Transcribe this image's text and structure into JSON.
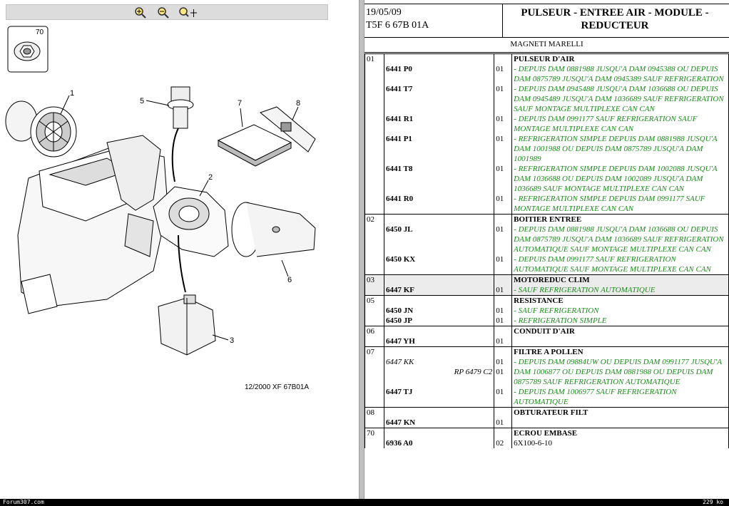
{
  "viewer": {
    "tools": [
      {
        "icon": "zoom-in-icon"
      },
      {
        "icon": "zoom-out-icon"
      },
      {
        "icon": "zoom-pan-icon"
      }
    ],
    "drawing_ref": "12/2000  XF 67B01A",
    "callouts": [
      "1",
      "2",
      "3",
      "5",
      "6",
      "7",
      "8",
      "70"
    ]
  },
  "header": {
    "date": "19/05/09",
    "code": "T5F 6 67B 01A",
    "title": "PULSEUR - ENTREE AIR - MODULE - REDUCTEUR"
  },
  "brand": "MAGNETI MARELLI",
  "groups": [
    {
      "num": "01",
      "name": "PULSEUR D'AIR",
      "rows": [
        {
          "ref": "6441 P0",
          "qty": "01",
          "note": "- DEPUIS DAM 0881988 JUSQU'A DAM 0945388 OU DEPUIS DAM 0875789 JUSQU'A DAM 0945389 SAUF REFRIGERATION"
        },
        {
          "ref": "6441 T7",
          "qty": "01",
          "note": "- DEPUIS DAM 0945488 JUSQU'A DAM 1036688 OU DEPUIS DAM 0945489 JUSQU'A DAM 1036689 SAUF REFRIGERATION SAUF MONTAGE MULTIPLEXE CAN CAN"
        },
        {
          "ref": "6441 R1",
          "qty": "01",
          "note": "- DEPUIS DAM 0991177 SAUF REFRIGERATION SAUF MONTAGE MULTIPLEXE CAN CAN"
        },
        {
          "ref": "6441 P1",
          "qty": "01",
          "note": "- REFRIGERATION SIMPLE DEPUIS DAM 0881988 JUSQU'A DAM 1001988 OU DEPUIS DAM 0875789 JUSQU'A DAM 1001989"
        },
        {
          "ref": "6441 T8",
          "qty": "01",
          "note": "- REFRIGERATION SIMPLE DEPUIS DAM 1002088 JUSQU'A DAM 1036688 OU DEPUIS DAM 1002089 JUSQU'A DAM 1036689 SAUF MONTAGE MULTIPLEXE CAN CAN"
        },
        {
          "ref": "6441 R0",
          "qty": "01",
          "note": "- REFRIGERATION SIMPLE DEPUIS DAM 0991177 SAUF MONTAGE MULTIPLEXE CAN CAN"
        }
      ]
    },
    {
      "num": "02",
      "name": "BOITIER ENTREE",
      "rows": [
        {
          "ref": "6450 JL",
          "qty": "01",
          "note": "- DEPUIS DAM 0881988 JUSQU'A DAM 1036688 OU DEPUIS DAM 0875789 JUSQU'A DAM 1036689 SAUF REFRIGERATION AUTOMATIQUE SAUF MONTAGE MULTIPLEXE CAN CAN"
        },
        {
          "ref": "6450 KX",
          "qty": "01",
          "note": "- DEPUIS DAM 0991177 SAUF REFRIGERATION AUTOMATIQUE SAUF MONTAGE MULTIPLEXE CAN CAN"
        }
      ]
    },
    {
      "num": "03",
      "name": "MOTOREDUC CLIM",
      "shade": true,
      "rows": [
        {
          "ref": "6447 KF",
          "qty": "01",
          "note": "- SAUF REFRIGERATION AUTOMATIQUE"
        }
      ]
    },
    {
      "num": "05",
      "name": "RESISTANCE",
      "rows": [
        {
          "ref": "6450 JN",
          "qty": "01",
          "note": "- SAUF REFRIGERATION"
        },
        {
          "ref": "6450 JP",
          "qty": "01",
          "note": "- REFRIGERATION SIMPLE"
        }
      ]
    },
    {
      "num": "06",
      "name": "CONDUIT D'AIR",
      "rows": [
        {
          "ref": "6447 YH",
          "qty": "01",
          "note": ""
        }
      ]
    },
    {
      "num": "07",
      "name": "FILTRE A POLLEN",
      "rows": [
        {
          "ref": "6447 KK",
          "ital": true,
          "rp": "RP 6479 C2",
          "qty": "01",
          "qty2": "01",
          "note": "- DEPUIS DAM 09884UW OU DEPUIS DAM 0991177 JUSQU'A DAM 1006877 OU DEPUIS DAM 0881988 OU DEPUIS DAM 0875789 SAUF REFRIGERATION AUTOMATIQUE"
        },
        {
          "ref": "6447 TJ",
          "qty": "01",
          "note": "- DEPUIS DAM 1006977 SAUF REFRIGERATION AUTOMATIQUE"
        }
      ]
    },
    {
      "num": "08",
      "name": "OBTURATEUR FILT",
      "rows": [
        {
          "ref": "6447 KN",
          "qty": "01",
          "note": ""
        }
      ]
    },
    {
      "num": "70",
      "name": "ECROU EMBASE",
      "rows": [
        {
          "ref": "6936 A0",
          "qty": "02",
          "note": "6X100-6-10",
          "plain": true
        }
      ]
    }
  ],
  "status": {
    "left": "Forum307.com",
    "right": "229 ko"
  }
}
